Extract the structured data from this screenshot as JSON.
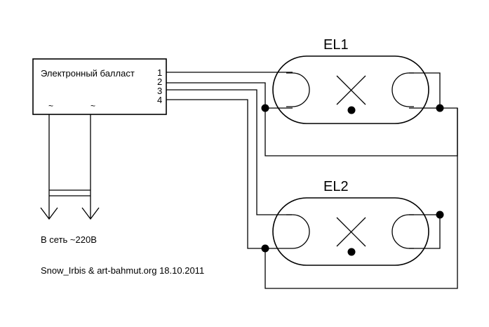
{
  "ballast": {
    "label": "Электронный балласт",
    "pins": [
      "1",
      "2",
      "3",
      "4"
    ],
    "ac_left": "~",
    "ac_right": "~"
  },
  "lamps": [
    {
      "label": "EL1"
    },
    {
      "label": "EL2"
    }
  ],
  "mains": {
    "label": "В сеть ~220В"
  },
  "credit": "Snow_Irbis & art-bahmut.org 18.10.2011",
  "colors": {
    "line": "#000000",
    "background": "#ffffff"
  }
}
